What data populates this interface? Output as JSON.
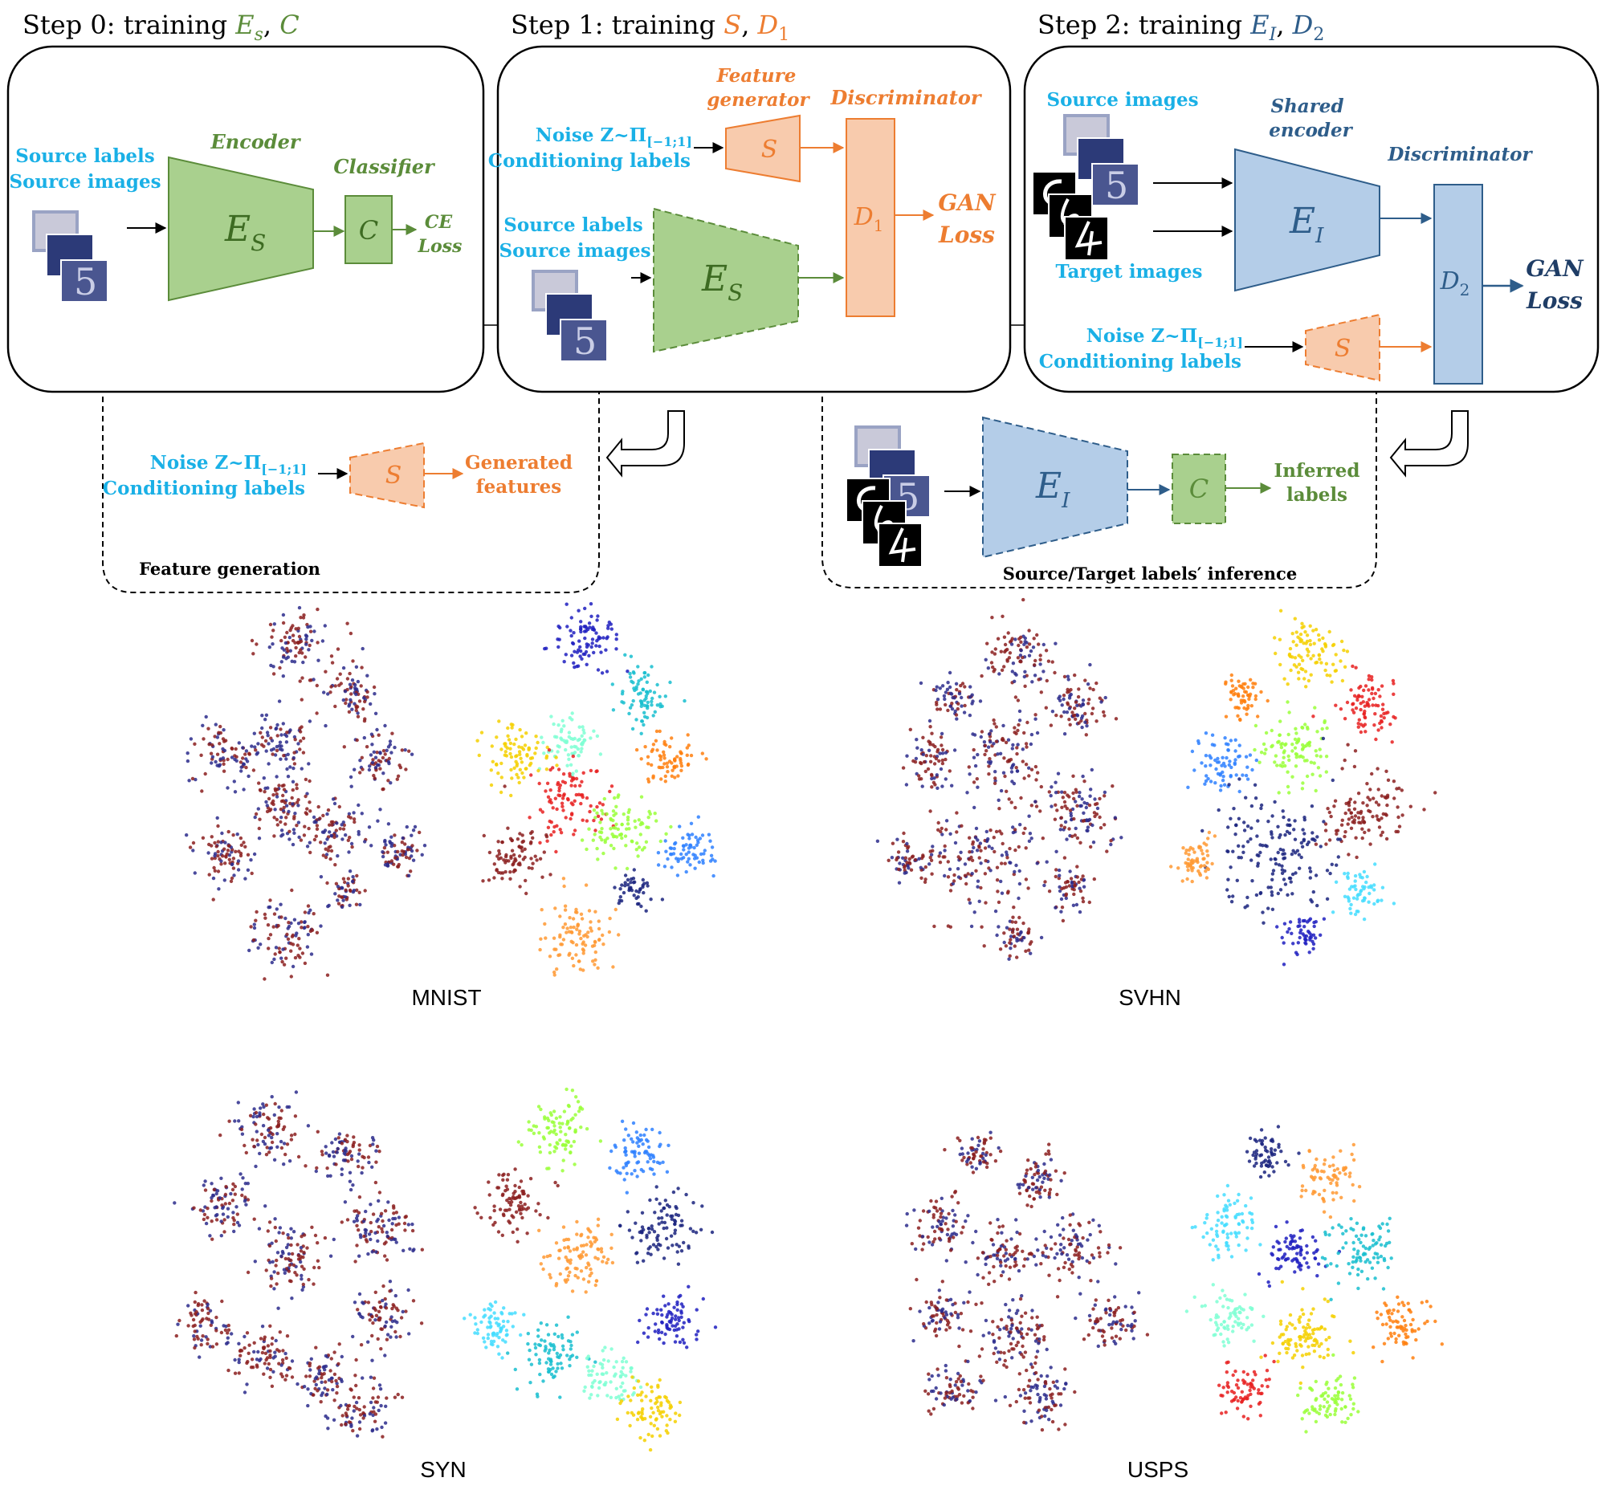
{
  "steps": [
    {
      "title_prefix": "Step 0: training ",
      "title_a": "E",
      "title_a_sub": "s",
      "title_sep": ", ",
      "title_b": "C",
      "title_b_sub": "",
      "labels": {
        "source_labels": "Source labels",
        "source_images": "Source images",
        "encoder": "Encoder",
        "encoder_symbol": "E",
        "encoder_sub": "S",
        "classifier": "Classifier",
        "classifier_symbol": "C",
        "loss_1": "CE",
        "loss_2": "Loss"
      }
    },
    {
      "title_prefix": "Step 1: training ",
      "title_a": "S",
      "title_a_sub": "",
      "title_sep": ", ",
      "title_b": "D",
      "title_b_sub": "1",
      "labels": {
        "feature_generator_1": "Feature",
        "feature_generator_2": "generator",
        "generator_symbol": "S",
        "noise": "Noise Z~Π",
        "noise_sub": "[−1;1]",
        "conditioning_labels": "Conditioning labels",
        "discriminator": "Discriminator",
        "discriminator_symbol": "D",
        "discriminator_sub": "1",
        "source_labels": "Source labels",
        "source_images": "Source images",
        "encoder_symbol": "E",
        "encoder_sub": "S",
        "loss_1": "GAN",
        "loss_2": "Loss"
      }
    },
    {
      "title_prefix": "Step 2: training ",
      "title_a": "E",
      "title_a_sub": "I",
      "title_sep": ", ",
      "title_b": "D",
      "title_b_sub": "2",
      "labels": {
        "source_images": "Source images",
        "target_images": "Target images",
        "shared_encoder_1": "Shared",
        "shared_encoder_2": "encoder",
        "encoder_symbol": "E",
        "encoder_sub": "I",
        "discriminator": "Discriminator",
        "discriminator_symbol": "D",
        "discriminator_sub": "2",
        "noise": "Noise Z~Π",
        "noise_sub": "[−1;1]",
        "conditioning_labels": "Conditioning labels",
        "generator_symbol": "S",
        "loss_1": "GAN",
        "loss_2": "Loss"
      }
    }
  ],
  "feature_generation": {
    "noise": "Noise Z~Π",
    "noise_sub": "[−1;1]",
    "conditioning_labels": "Conditioning labels",
    "generator_symbol": "S",
    "output_1": "Generated",
    "output_2": "features",
    "caption": "Feature generation"
  },
  "inference": {
    "encoder_symbol": "E",
    "encoder_sub": "I",
    "classifier_symbol": "C",
    "output_1": "Inferred",
    "output_2": "labels",
    "caption": "Source/Target labels′ inference"
  },
  "tsne_panels": [
    "MNIST",
    "SVHN",
    "SYN",
    "USPS"
  ],
  "colors": {
    "green": "#5b8c3a",
    "green_fill": "#a9d08e",
    "orange": "#ed7d31",
    "orange_fill": "#f8cbad",
    "blue_dark": "#2e5d8a",
    "blue_fill": "#b4cde8",
    "cyan_text": "#1ab0e6",
    "tsne_red": "#8b1e1e",
    "tsne_navy": "#2b2b8c"
  }
}
